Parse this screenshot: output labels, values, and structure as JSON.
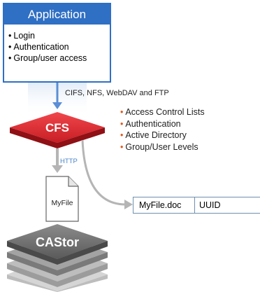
{
  "application": {
    "title": "Application",
    "items": [
      "Login",
      "Authentication",
      "Group/user access"
    ]
  },
  "protocols_label": "CIFS, NFS, WebDAV and FTP",
  "cfs_label": "CFS",
  "features": [
    "Access Control Lists",
    "Authentication",
    "Active Directory",
    "Group/User Levels"
  ],
  "http_label": "HTTP",
  "file_label": "MyFile",
  "castor_label": "CAStor",
  "mapping_table": {
    "filename": "MyFile.doc",
    "id": "UUID"
  },
  "colors": {
    "app_blue": "#2f6fc4",
    "cfs_red": "#d8262e",
    "bullet_orange": "#e05a1a",
    "arrow_blue": "#5b8fd6",
    "arrow_gray": "#b5b5b5"
  }
}
